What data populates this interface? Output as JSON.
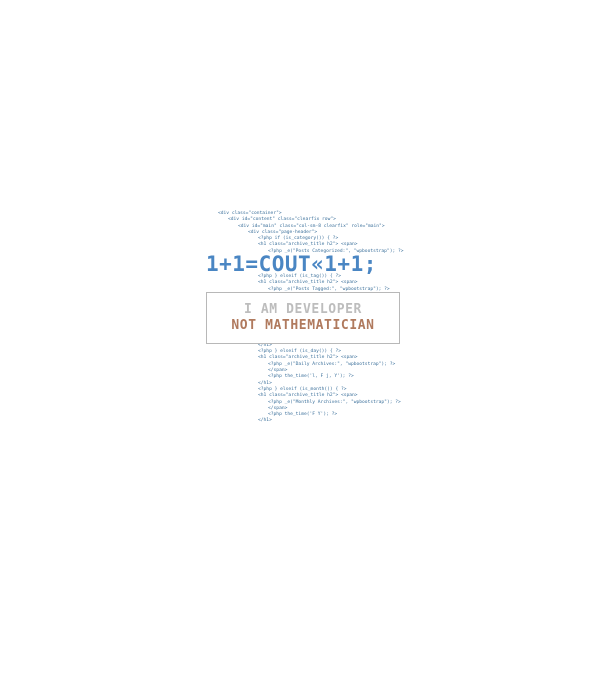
{
  "design": {
    "headline": "1+1=COUT«1+1;",
    "line1": "I AM DEVELOPER",
    "line2": "NOT MATHEMATICIAN",
    "code_lines": [
      "<div class=\"container\">",
      "<div id=\"content\" class=\"clearfix row\">",
      "<div id=\"main\" class=\"col-sm-8 clearfix\" role=\"main\">",
      "<div class=\"page-header\">",
      "<?php if (is_category()) { ?>",
      "<h1 class=\"archive_title h2\"> <span>",
      "<?php _e(\"Posts Categorized:\", \"wpbootstrap\"); ?>",
      "<?php } elseif (is_tag()) { ?>",
      "<h1 class=\"archive_title h2\"> <span>",
      "<?php _e(\"Posts Tagged:\", \"wpbootstrap\"); ?>",
      "</h1>",
      "<?php } elseif (is_day()) { ?>",
      "<h1 class=\"archive_title h2\"> <span>",
      "<?php _e(\"Daily Archives:\", \"wpbootstrap\"); ?>",
      "</span>",
      "<?php the_time('l, F j, Y'); ?>",
      "</h1>",
      "<?php } elseif (is_month()) { ?>",
      "<h1 class=\"archive_title h2\"> <span>",
      "<?php _e(\"Monthly Archives:\", \"wpbootstrap\"); ?>",
      "</span>",
      "<?php the_time('F Y'); ?>",
      "</h1>"
    ],
    "colors": {
      "headline": "#4a86c3",
      "line1": "#bdbdbd",
      "line2": "#b07a5e",
      "code": "#3a6f9a",
      "border": "#b8b8b8"
    }
  }
}
